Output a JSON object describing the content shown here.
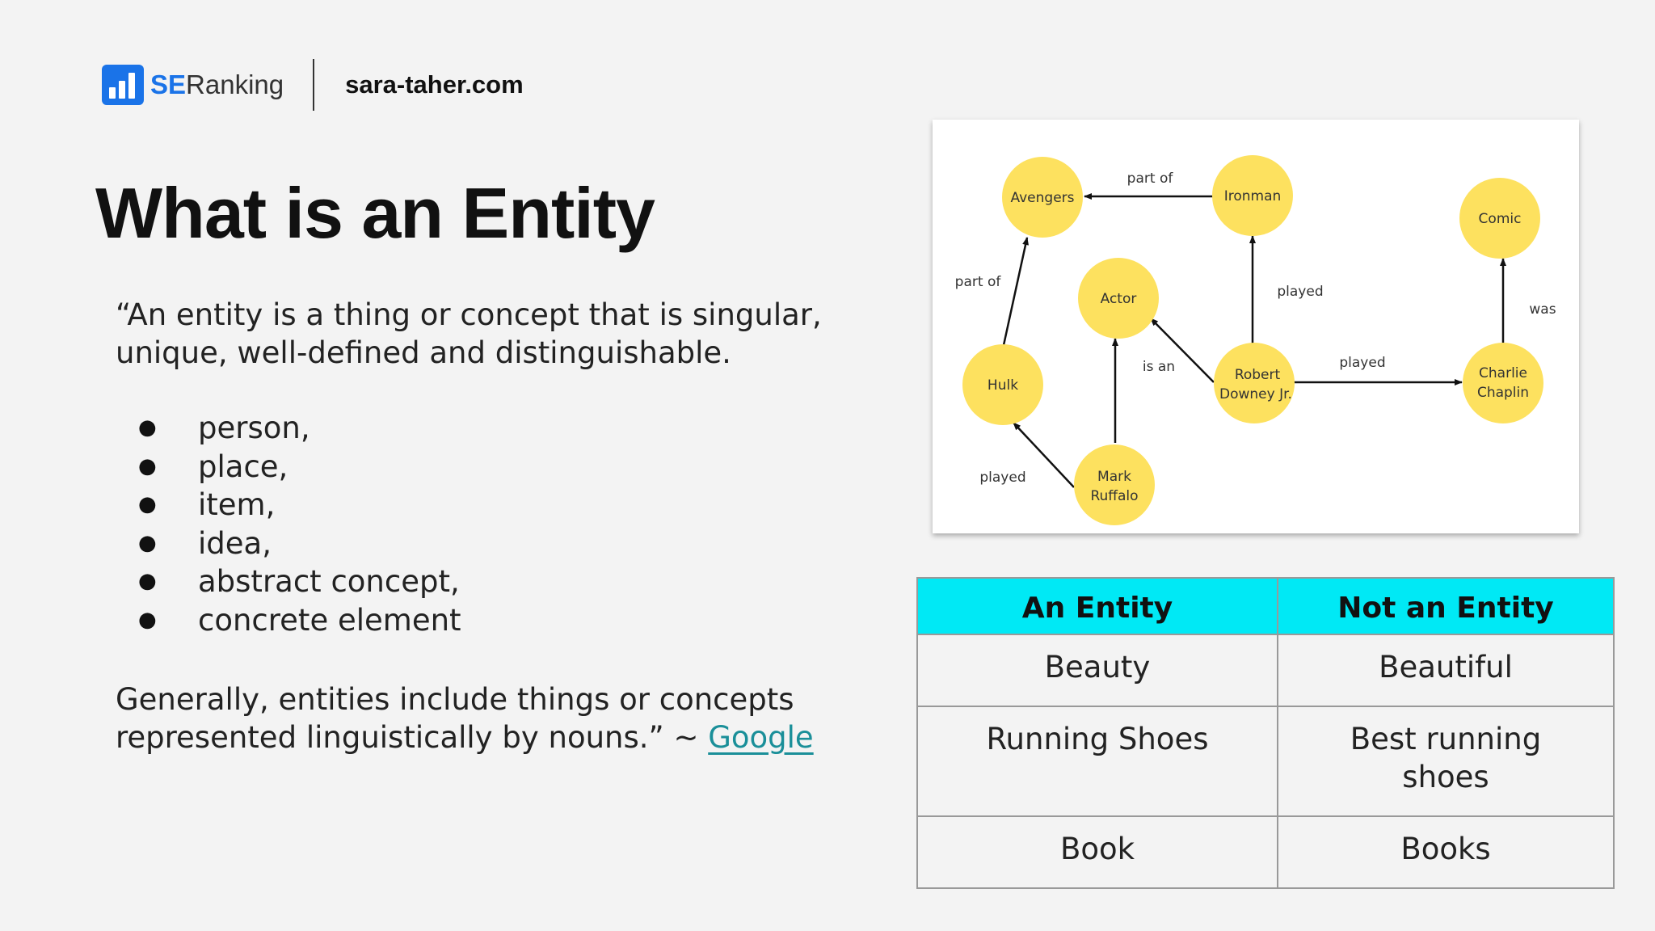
{
  "header": {
    "logo": {
      "prefix": "SE",
      "name": "Ranking"
    },
    "site": "sara-taher.com"
  },
  "title": "What is an Entity",
  "quote": {
    "intro": "“An entity is a thing or concept that is singular, unique, well-defined and distinguishable.",
    "bullets": [
      "person,",
      "place,",
      "item,",
      "idea,",
      "abstract concept,",
      "concrete element"
    ],
    "outro": "Generally, entities include things or concepts represented linguistically by nouns.” ~ ",
    "link_text": "Google"
  },
  "graph": {
    "nodes": {
      "avengers": [
        "Avengers"
      ],
      "ironman": [
        "Ironman"
      ],
      "comic": [
        "Comic"
      ],
      "actor": [
        "Actor"
      ],
      "hulk": [
        "Hulk"
      ],
      "rdj": [
        "Robert",
        "Downey Jr."
      ],
      "chaplin": [
        "Charlie",
        "Chaplin"
      ],
      "ruffalo": [
        "Mark",
        "Ruffalo"
      ]
    },
    "edges": [
      {
        "id": "ironman-avengers",
        "label": "part of"
      },
      {
        "id": "hulk-avengers",
        "label": "part of"
      },
      {
        "id": "rdj-ironman",
        "label": "played"
      },
      {
        "id": "rdj-actor",
        "label": "is an"
      },
      {
        "id": "rdj-chaplin",
        "label": "played"
      },
      {
        "id": "chaplin-comic",
        "label": "was"
      },
      {
        "id": "ruffalo-actor",
        "label": ""
      },
      {
        "id": "ruffalo-hulk",
        "label": "played"
      }
    ]
  },
  "table": {
    "headers": [
      "An Entity",
      "Not an Entity"
    ],
    "rows": [
      [
        "Beauty",
        "Beautiful"
      ],
      [
        "Running Shoes",
        "Best running shoes"
      ],
      [
        "Book",
        "Books"
      ]
    ]
  },
  "colors": {
    "accent": "#1a73e8",
    "header_cell": "#00e9f5",
    "node": "#fde15f",
    "link": "#1a8f99"
  }
}
